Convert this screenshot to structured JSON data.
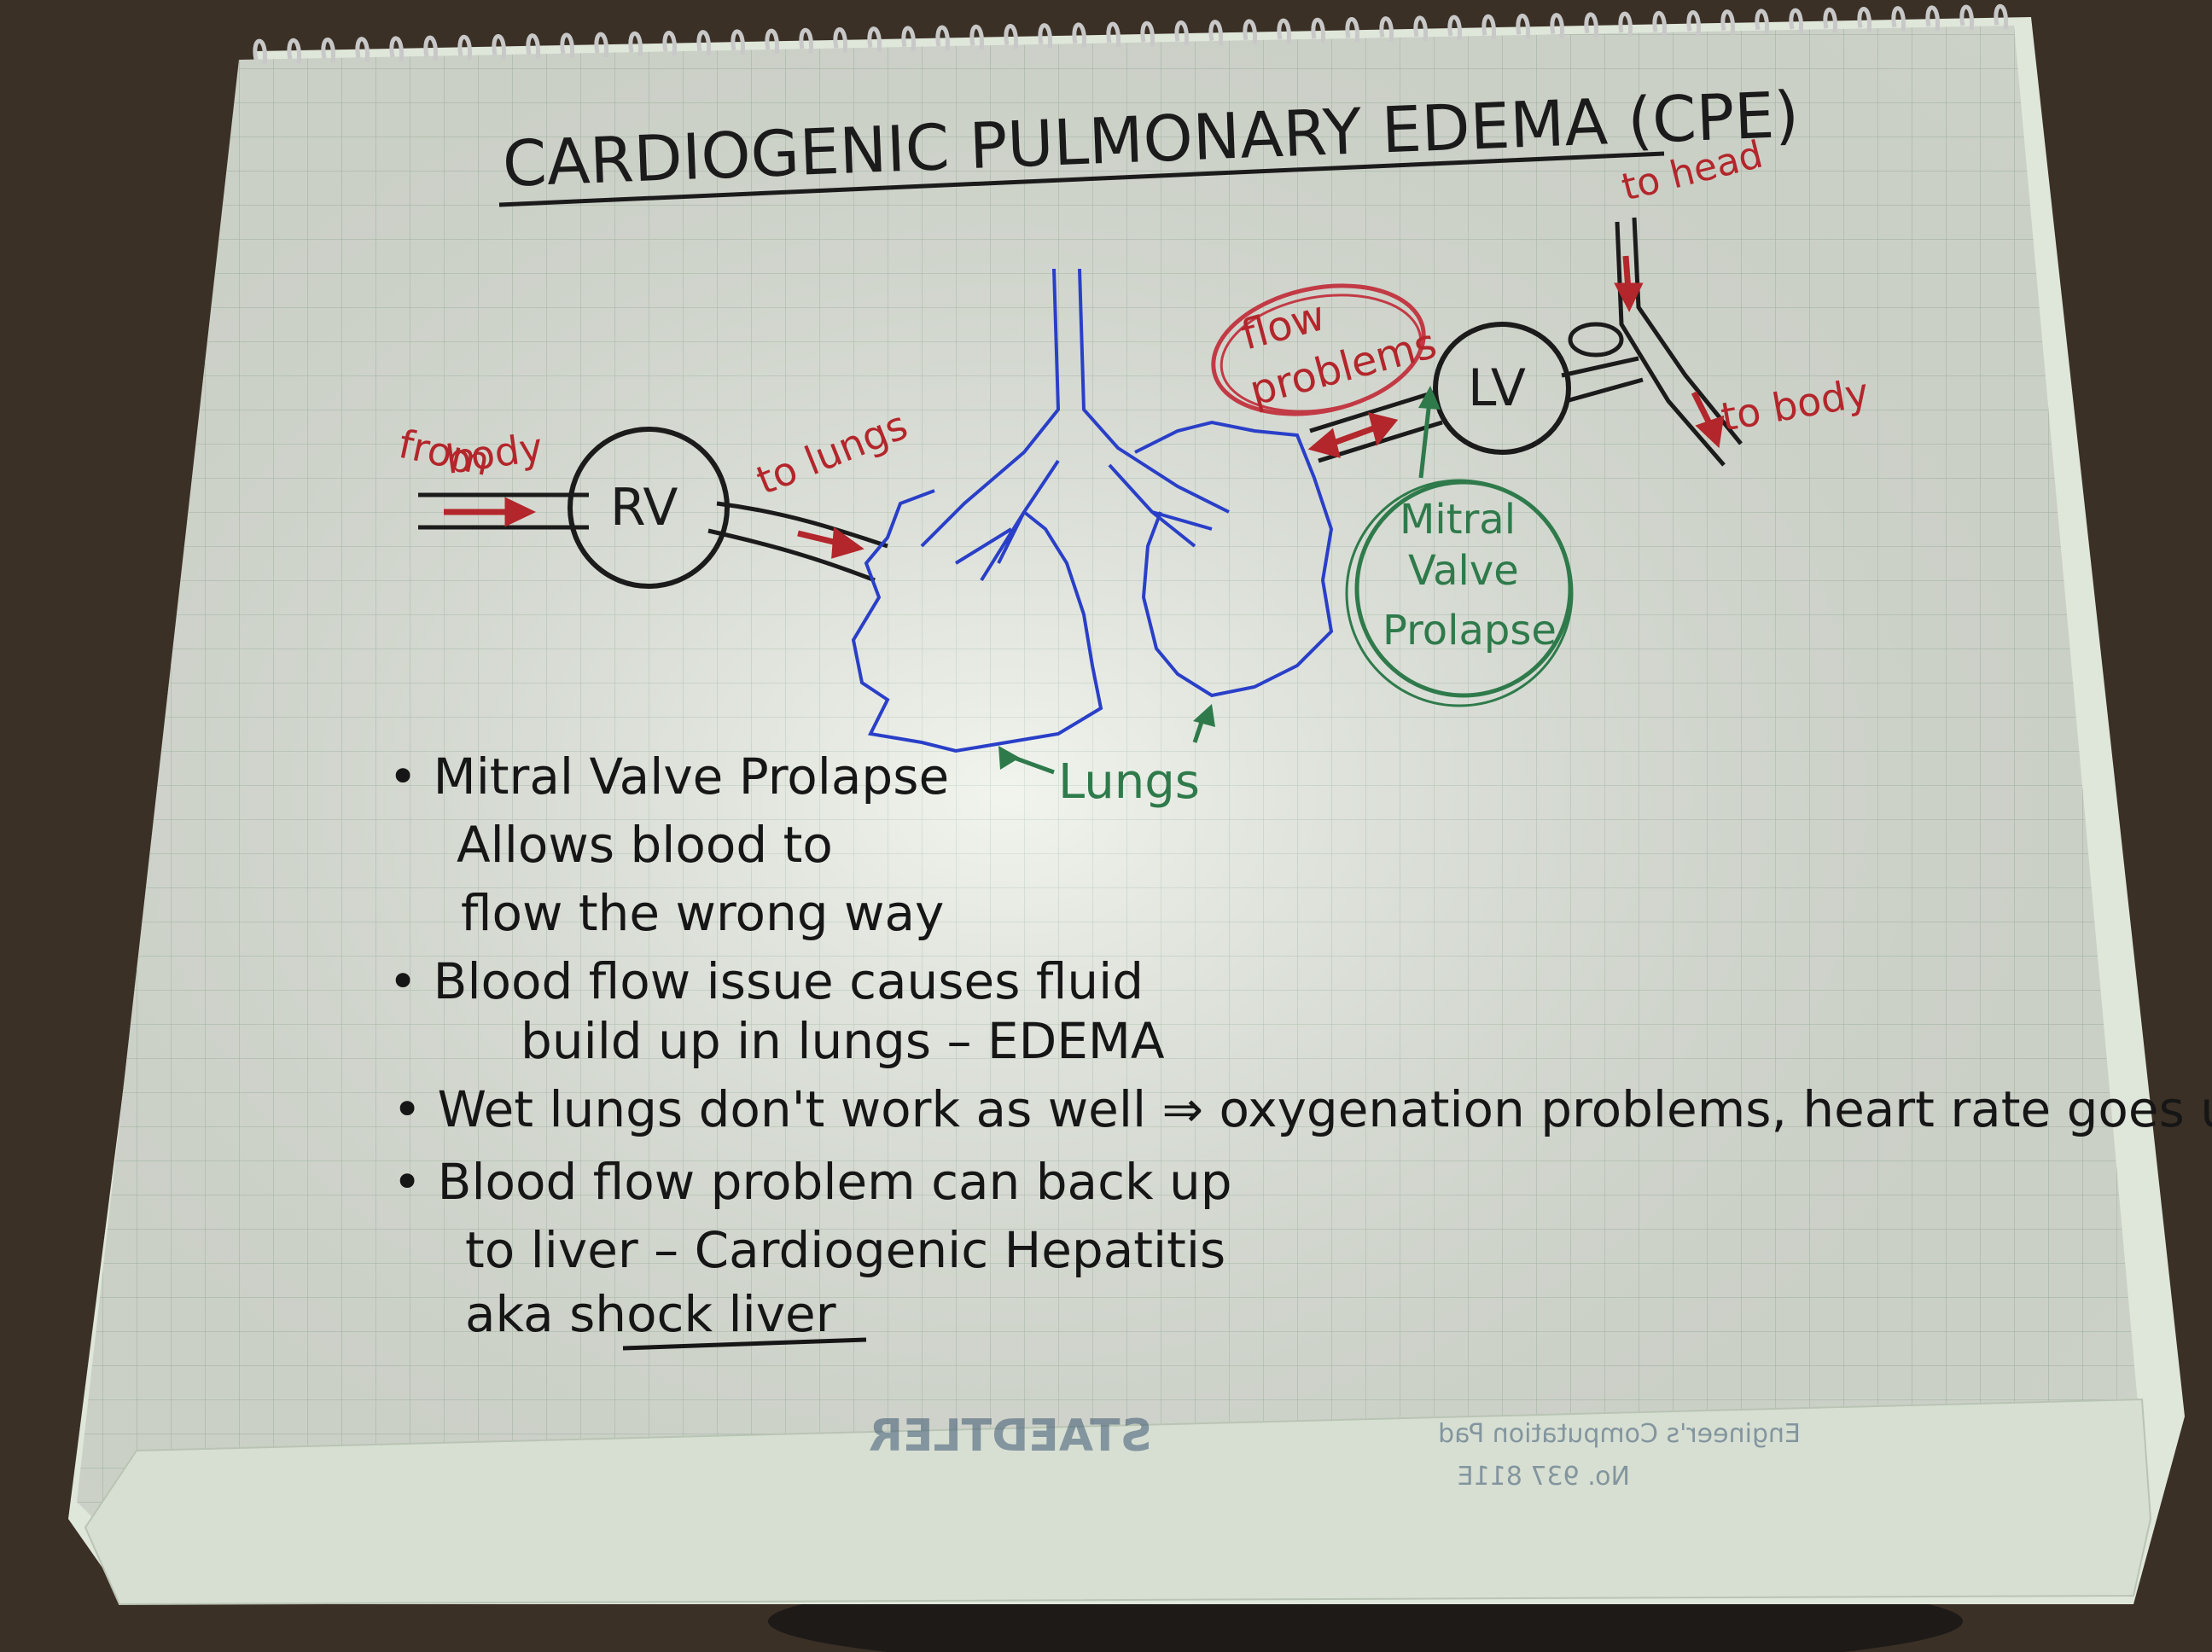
{
  "diagram": {
    "title": "CARDIOGENIC PULMONARY EDEMA (CPE)",
    "nodes": {
      "rv": "RV",
      "lv": "LV",
      "flow_problems_1": "flow",
      "flow_problems_2": "problems",
      "mitral_1": "Mitral",
      "mitral_2": "Valve",
      "mitral_3": "Prolapse",
      "lungs": "Lungs"
    },
    "arrows": {
      "from_body_1": "from",
      "from_body_2": "body",
      "to_lungs": "to lungs",
      "to_head": "to head",
      "to_body": "to body"
    }
  },
  "notes": [
    "• Mitral Valve Prolapse",
    "Allows blood to",
    "flow the wrong way",
    "• Blood flow issue causes fluid",
    "build up in lungs – EDEMA",
    "• Wet lungs don't work as well ⇒ oxygenation problems, heart rate goes up",
    "• Blood flow problem can back up",
    "to liver – Cardiogenic Hepatitis",
    "aka shock liver"
  ],
  "pad": {
    "brand": "STAEDTLER",
    "product": "Engineer's Computation Pad",
    "model": "No. 937 811E"
  },
  "colors": {
    "ink_black": "#1b1b1b",
    "ink_red": "#b3262b",
    "ink_green": "#2f7a4b",
    "ink_blue": "#2a3fc8",
    "paper": "#e9efe4",
    "grid": "#b9cdb8"
  }
}
